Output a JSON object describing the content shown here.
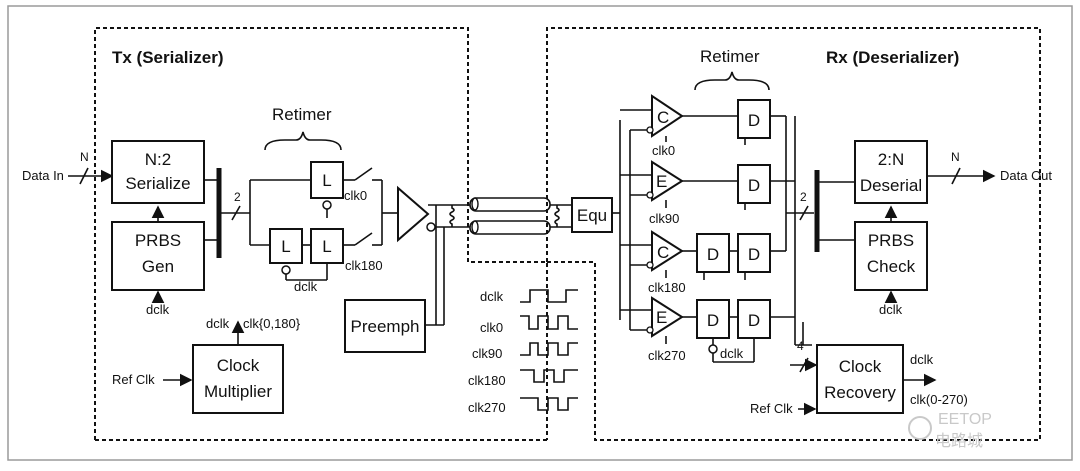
{
  "tx": {
    "title": "Tx (Serializer)",
    "data_in": "Data In",
    "n_in": "N",
    "serialize_l1": "N:2",
    "serialize_l2": "Serialize",
    "prbs_l1": "PRBS",
    "prbs_l2": "Gen",
    "dclk_prbs": "dclk",
    "bus_width": "2",
    "retimer": "Retimer",
    "latch": "L",
    "clk0": "clk0",
    "clk180": "clk180",
    "dclk_latch": "dclk",
    "preemph": "Preemph",
    "clkmul_dclk": "dclk",
    "clkmul_clk": "clk{0,180}",
    "ref_clk": "Ref Clk",
    "clkmul_l1": "Clock",
    "clkmul_l2": "Multiplier"
  },
  "timing": {
    "rows": [
      "dclk",
      "clk0",
      "clk90",
      "clk180",
      "clk270"
    ]
  },
  "rx": {
    "title": "Rx (Deserializer)",
    "equ": "Equ",
    "retimer": "Retimer",
    "comp_c": "C",
    "comp_e": "E",
    "ff": "D",
    "clk0": "clk0",
    "clk90": "clk90",
    "clk180": "clk180",
    "clk270": "clk270",
    "dclk_ff": "dclk",
    "bus_width": "2",
    "deserial_l1": "2:N",
    "deserial_l2": "Deserial",
    "n_out": "N",
    "data_out": "Data Out",
    "prbs_l1": "PRBS",
    "prbs_l2": "Check",
    "dclk_prbs": "dclk",
    "bus4": "4",
    "cr_l1": "Clock",
    "cr_l2": "Recovery",
    "cr_dclk": "dclk",
    "cr_clk": "clk(0-270)",
    "ref_clk": "Ref Clk"
  },
  "watermark": {
    "line1": "EETOP",
    "line2": "电路城"
  }
}
